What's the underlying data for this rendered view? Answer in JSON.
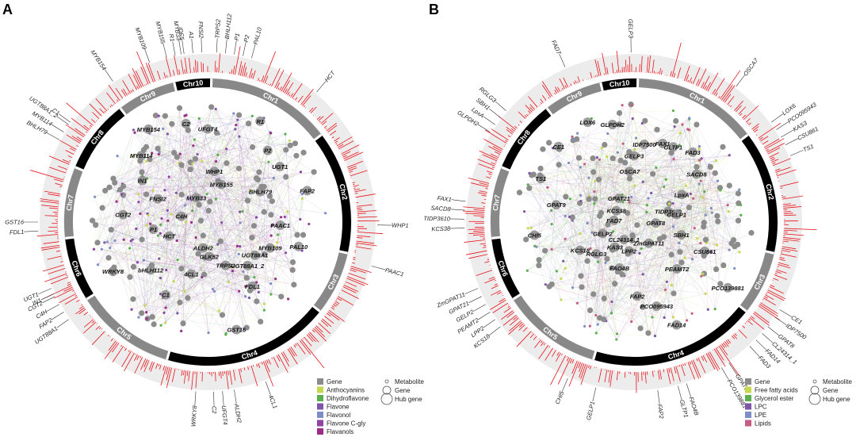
{
  "colors": {
    "ring_bg": "#ececec",
    "chr_black": "#000000",
    "chr_gray": "#888888",
    "histogram": "#e8141b",
    "node_gene": "#8c8c8c",
    "edge_default": "#aab0c8"
  },
  "panels": [
    {
      "id": "A",
      "letter": "A",
      "chromosomes": [
        "Chr1",
        "Chr2",
        "Chr3",
        "Chr4",
        "Chr5",
        "Chr6",
        "Chr7",
        "Chr8",
        "Chr9",
        "Chr10"
      ],
      "external_labels": [
        {
          "text": "R1",
          "angle": -11
        },
        {
          "text": "IDF5",
          "angle": -8
        },
        {
          "text": "A1",
          "angle": -5
        },
        {
          "text": "FNSI2",
          "angle": -2
        },
        {
          "text": "TRPS2",
          "angle": 3
        },
        {
          "text": "BHLH112",
          "angle": 6
        },
        {
          "text": "P1",
          "angle": 9
        },
        {
          "text": "P2",
          "angle": 12
        },
        {
          "text": "PAL10",
          "angle": 15
        },
        {
          "text": "HCT",
          "angle": 40
        },
        {
          "text": "WHP1",
          "angle": 91
        },
        {
          "text": "PAAC1",
          "angle": 105
        },
        {
          "text": "4CL1",
          "angle": 160
        },
        {
          "text": "ALDH2",
          "angle": 171
        },
        {
          "text": "UFGT4",
          "angle": 175
        },
        {
          "text": "C2",
          "angle": 178
        },
        {
          "text": "WRKY8",
          "angle": 184
        },
        {
          "text": "UGT88A1",
          "angle": 235
        },
        {
          "text": "FAP2",
          "angle": 238
        },
        {
          "text": "C4H",
          "angle": 241
        },
        {
          "text": "CGT2",
          "angle": 244
        },
        {
          "text": "UGT1",
          "angle": 247
        },
        {
          "text": "IN1",
          "angle": 245
        },
        {
          "text": "FDL1",
          "angle": 267
        },
        {
          "text": "GST16",
          "angle": 270
        },
        {
          "text": "C1",
          "angle": 306
        },
        {
          "text": "BHLH79",
          "angle": 299
        },
        {
          "text": "MYB114",
          "angle": 302
        },
        {
          "text": "UGT88A1_2",
          "angle": 305
        },
        {
          "text": "MYB154",
          "angle": 326
        },
        {
          "text": "MYB109",
          "angle": 340
        },
        {
          "text": "MYB155",
          "angle": 346
        },
        {
          "text": "MYB33",
          "angle": 351
        }
      ],
      "hub_labels": [
        "UFGT4",
        "UGT88A1_2",
        "CGT2",
        "UGT1",
        "ALDH2",
        "MYB154",
        "PAL10",
        "WRKY8",
        "MYB155",
        "TRPS2",
        "FNSI2",
        "FAP2",
        "C1",
        "C2",
        "UGT88A1",
        "P1",
        "P2",
        "GLK52",
        "MYB114",
        "PAAC1",
        "bHLH112",
        "WHP1",
        "FDL1",
        "C4H",
        "BHLH79",
        "4CL1",
        "MYB33",
        "MYB109",
        "HCT",
        "R1",
        "GST16",
        "IN1"
      ],
      "legend": {
        "categories": [
          {
            "label": "Gene",
            "color": "#8c8c8c"
          },
          {
            "label": "Anthocyanins",
            "color": "#c8d84e"
          },
          {
            "label": "Dihydroflavone",
            "color": "#5ab04c"
          },
          {
            "label": "Flavone",
            "color": "#7f55a8"
          },
          {
            "label": "Flavonol",
            "color": "#7d8ec6"
          },
          {
            "label": "Flavone C-gly",
            "color": "#8d44a6"
          },
          {
            "label": "Flavanols",
            "color": "#9a2c86"
          }
        ],
        "sizes": [
          "Metabolite",
          "Gene",
          "Hub gene"
        ]
      }
    },
    {
      "id": "B",
      "letter": "B",
      "chromosomes": [
        "Chr1",
        "Chr2",
        "Chr3",
        "Chr4",
        "Chr5",
        "Chr6",
        "Chr7",
        "Chr8",
        "Chr9",
        "Chr10"
      ],
      "external_labels": [
        {
          "text": "GELP3",
          "angle": -1
        },
        {
          "text": "FAD7",
          "angle": -24
        },
        {
          "text": "OSCA7",
          "angle": 37
        },
        {
          "text": "LOX6",
          "angle": 54
        },
        {
          "text": "PCO095943",
          "angle": 57
        },
        {
          "text": "KAS3",
          "angle": 60
        },
        {
          "text": "CSU861",
          "angle": 63
        },
        {
          "text": "TS1",
          "angle": 67
        },
        {
          "text": "CE1",
          "angle": 121
        },
        {
          "text": "IDP7500",
          "angle": 124
        },
        {
          "text": "GPAT8",
          "angle": 128
        },
        {
          "text": "CL24314_1",
          "angle": 131
        },
        {
          "text": "FAD14",
          "angle": 134
        },
        {
          "text": "FAD3",
          "angle": 137
        },
        {
          "text": "GPAT9",
          "angle": 146
        },
        {
          "text": "PCO139881",
          "angle": 149
        },
        {
          "text": "FAO4B",
          "angle": 162
        },
        {
          "text": "GLTP1",
          "angle": 165
        },
        {
          "text": "FAP2",
          "angle": 172
        },
        {
          "text": "GELP1",
          "angle": 193
        },
        {
          "text": "CHI5",
          "angle": 203
        },
        {
          "text": "KCS18",
          "angle": 232
        },
        {
          "text": "LPP2",
          "angle": 235
        },
        {
          "text": "PEAMT2",
          "angle": 238
        },
        {
          "text": "GELP2",
          "angle": 241
        },
        {
          "text": "GPAT21",
          "angle": 244
        },
        {
          "text": "ZmGPAT11",
          "angle": 247
        },
        {
          "text": "KCS38",
          "angle": 268
        },
        {
          "text": "TIDP3610",
          "angle": 271
        },
        {
          "text": "SACD8",
          "angle": 274
        },
        {
          "text": "FAX1",
          "angle": 277
        },
        {
          "text": "GLPDH2",
          "angle": 302
        },
        {
          "text": "LpxA",
          "angle": 305
        },
        {
          "text": "SBH1",
          "angle": 308
        },
        {
          "text": "RGLG3",
          "angle": 311
        }
      ],
      "hub_labels": [
        "GELP3",
        "PEAMT2",
        "FAD7",
        "SACD8",
        "LPP2",
        "GPAT21",
        "SBH1",
        "KCS18",
        "FAX1",
        "FAD14",
        "TS1",
        "TIDP3610",
        "CL24314_1",
        "GLPDH2",
        "PCO139881",
        "CHI5",
        "FAD3",
        "FAP2",
        "CE1",
        "GPAT8",
        "RGLG3",
        "IDP7500",
        "ZmGPAT11",
        "GPAT9",
        "LpxA",
        "FAO4B",
        "LOX6",
        "CSU861",
        "GELP2",
        "GLTP1",
        "PCO095943",
        "KCS38",
        "GELP1",
        "KAS3",
        "OSCA7"
      ],
      "legend": {
        "categories": [
          {
            "label": "Gene",
            "color": "#8c8c8c"
          },
          {
            "label": "Free fatty acids",
            "color": "#c8d84e"
          },
          {
            "label": "Glycerol ester",
            "color": "#5ab04c"
          },
          {
            "label": "LPC",
            "color": "#7f55a8"
          },
          {
            "label": "LPE",
            "color": "#7d8ec6"
          },
          {
            "label": "Lipids",
            "color": "#c65e84"
          }
        ],
        "sizes": [
          "Metabolite",
          "Gene",
          "Hub gene"
        ]
      }
    }
  ]
}
